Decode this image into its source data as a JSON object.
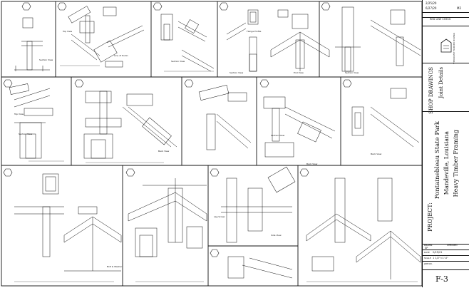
{
  "title_block": {
    "revision_date": "2/25/20",
    "revision_date2": "6/27/20",
    "revision_mark": "M2",
    "drawing_status": "RED LINE CHECK",
    "company_logo": "VERMONT TIMBER WORKS",
    "sheet_type": "SHOP DRAWINGS",
    "sheet_subject": "Joint Details",
    "project_label": "PROJECT:",
    "project_name": "Fontainebleau State Park",
    "project_location": "Mandeville, Louisiana",
    "project_scope": "Heavy Timber Framing",
    "drawn_label": "DRAWN",
    "drawn_by": "SP",
    "checked_label": "CHECKED",
    "date_label": "DATE",
    "date_value": "2/25/21",
    "scale_label": "SCALE",
    "scale_value": "1 1/2\"=1'-0\"",
    "job_label": "JOB NO.",
    "sheet_number": "F-3"
  },
  "view_labels": {
    "top_view": "Top View",
    "section_view": "Section View",
    "side_view": "Side View",
    "end_view": "End View",
    "back_view": "Back View",
    "flange_profile": "Flange Profile",
    "line_of_purlin": "Line of Purlin",
    "bolt_washer": "Bolt & Washer",
    "lag_screw": "Lag Screw"
  }
}
